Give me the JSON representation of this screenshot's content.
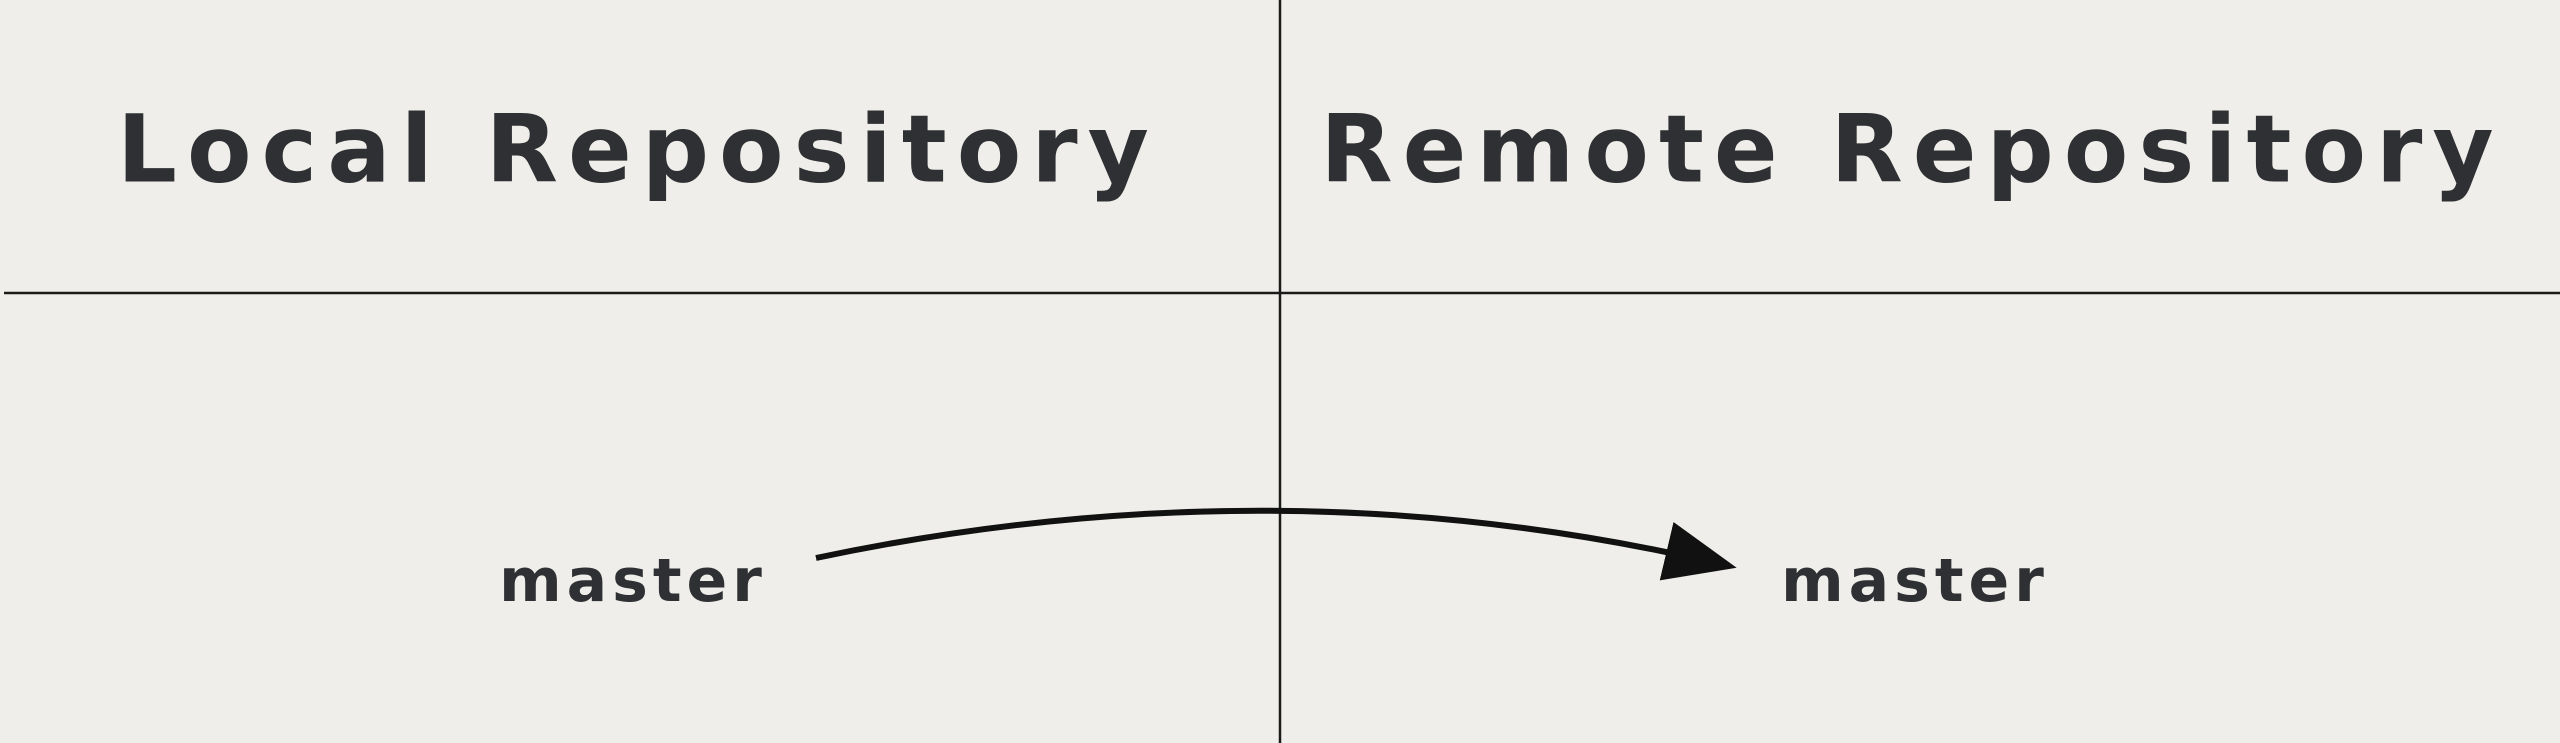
{
  "local": {
    "heading": "Local Repository",
    "branch": "master"
  },
  "remote": {
    "heading": "Remote Repository",
    "branch": "master"
  }
}
